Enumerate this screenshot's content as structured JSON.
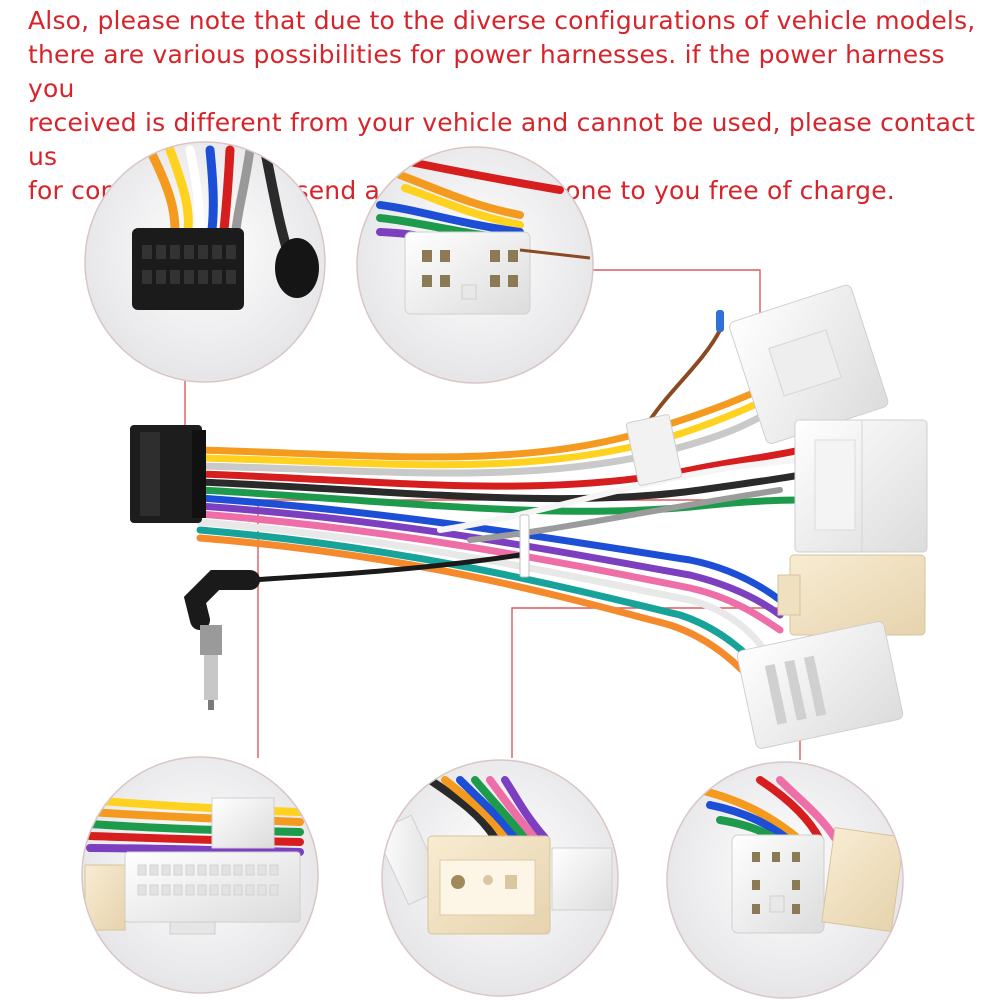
{
  "notice": {
    "text": "Also, please note that  due to the diverse configurations of vehicle models,\nthere are various possibilities for power harnesses. if the power harness you\nreceived is different from your vehicle and cannot be used, please contact us\nfor confirmation and send a new different one to you free of charge."
  },
  "colors": {
    "notice_text": "#d8232a",
    "callout_line": "#e05a5a",
    "circle_border": "#d9c6c6"
  },
  "callouts": [
    {
      "name": "iso-16pin-plug",
      "connects_to": "black-16pin-connector"
    },
    {
      "name": "white-12pin-plug",
      "connects_to": "top-white-connector"
    },
    {
      "name": "large-white-multipin-socket",
      "connects_to": "black-16pin-connector"
    },
    {
      "name": "cream-plug-closeup",
      "connects_to": "cream-connector"
    },
    {
      "name": "white-6pin-plug",
      "connects_to": "bottom-white-connector"
    }
  ]
}
